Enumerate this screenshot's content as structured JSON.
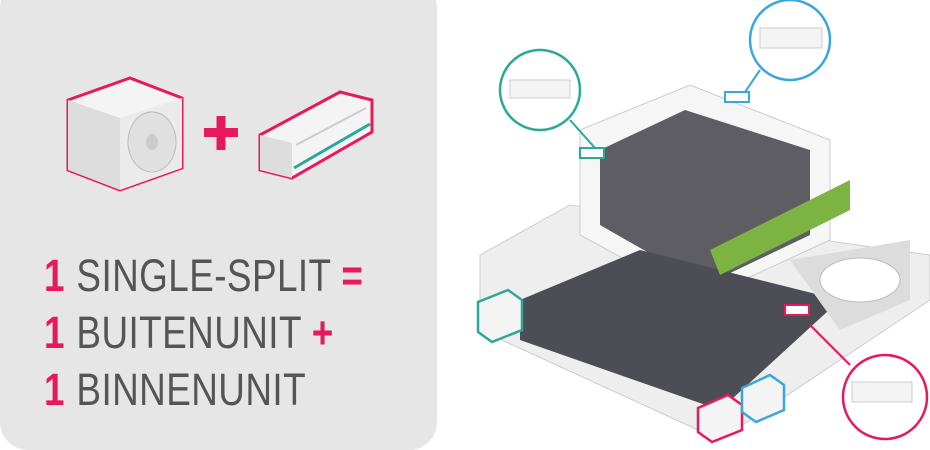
{
  "colors": {
    "accent": "#e8185d",
    "teal": "#2aa89a",
    "blue": "#3aa6dc",
    "panel": "#e6e6e6",
    "text": "#555555"
  },
  "equation": {
    "lines": [
      {
        "number": "1",
        "label": "SINGLE-SPLIT",
        "operator": "="
      },
      {
        "number": "1",
        "label": "BUITENUNIT",
        "operator": "+"
      },
      {
        "number": "1",
        "label": "BINNENUNIT",
        "operator": ""
      }
    ]
  },
  "icons": {
    "outdoor": "outdoor-unit-icon",
    "plus": "plus-icon",
    "indoor": "indoor-unit-icon"
  }
}
